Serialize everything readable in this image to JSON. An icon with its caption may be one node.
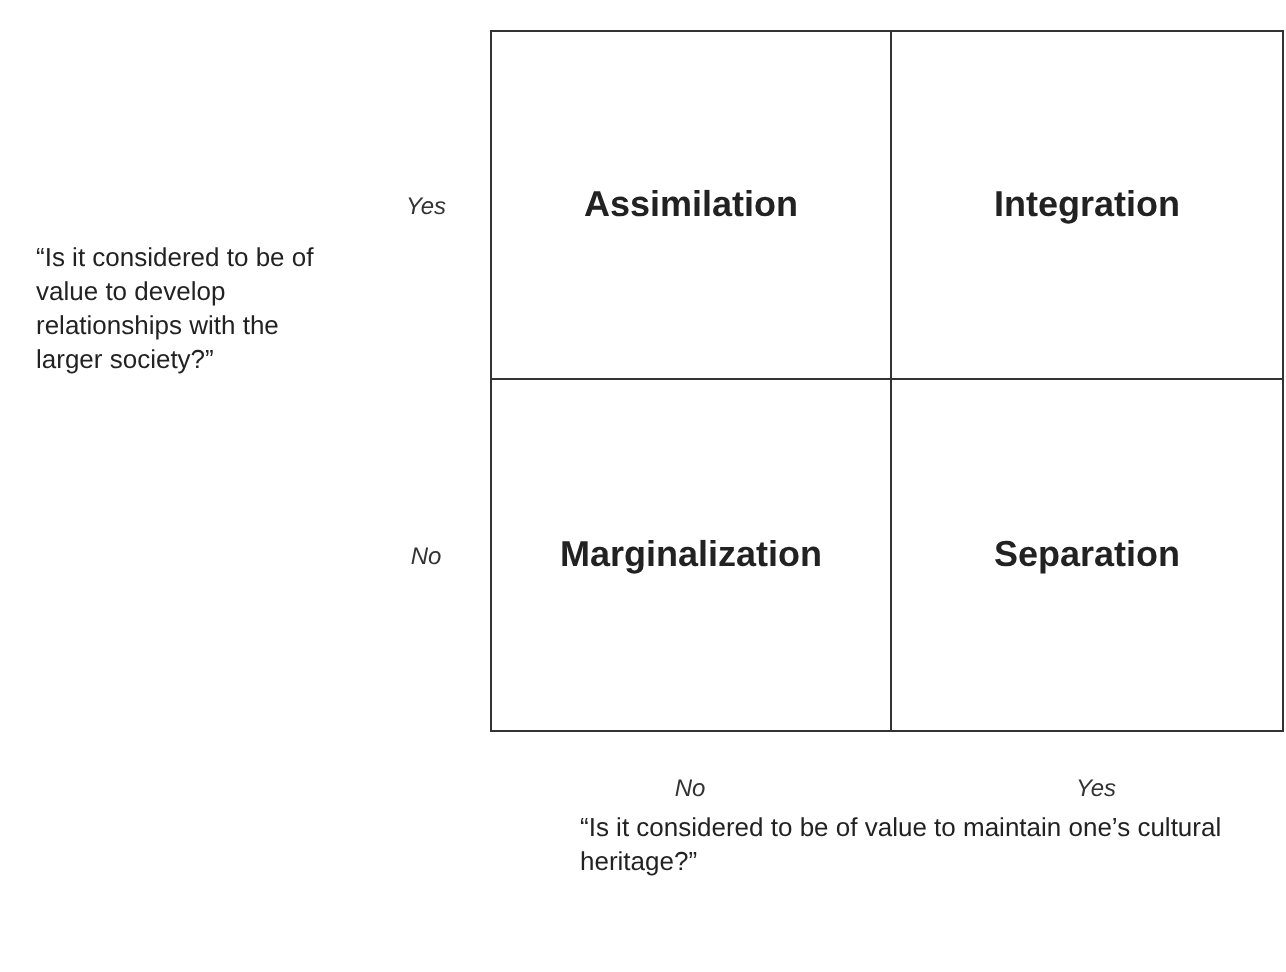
{
  "diagram": {
    "nodes": [
      {
        "text": [
          "Assimilation"
        ]
      },
      {
        "text": [
          "Integration"
        ]
      },
      {
        "text": [
          "Marginalization"
        ]
      },
      {
        "text": [
          "Separation"
        ]
      }
    ],
    "labels": [
      "“Is it considered to be of value to develop relationships with the larger society?”",
      "Yes",
      "No",
      "No",
      "Yes",
      "“Is it considered to be of value to maintain one’s cultural heritage?”"
    ]
  }
}
